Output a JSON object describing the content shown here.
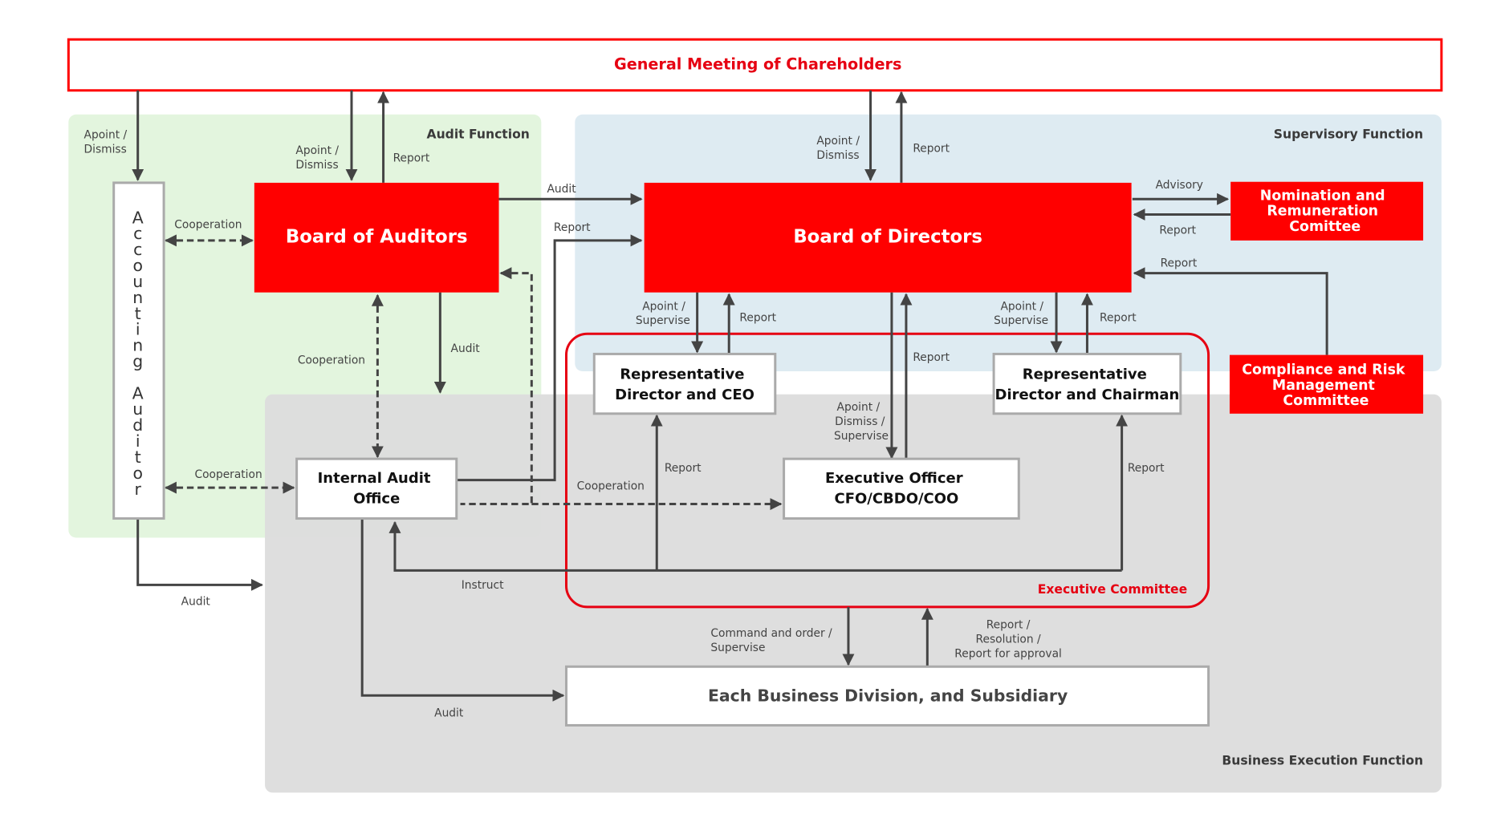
{
  "shareholders": {
    "title": "General Meeting of Chareholders"
  },
  "regions": {
    "audit": "Audit Function",
    "supervisory": "Supervisory Function",
    "business_execution": "Business Execution Function",
    "executive_committee": "Executive Committee"
  },
  "boxes": {
    "accounting_auditor": [
      "A",
      "c",
      "c",
      "o",
      "u",
      "n",
      "t",
      "i",
      "n",
      "g",
      "",
      "A",
      "u",
      "d",
      "i",
      "t",
      "o",
      "r"
    ],
    "board_of_auditors": "Board of Auditors",
    "board_of_directors": "Board of Directors",
    "nomination": [
      "Nomination and",
      "Remuneration",
      "Comittee"
    ],
    "compliance": [
      "Compliance and Risk",
      "Management",
      "Committee"
    ],
    "rep_ceo": [
      "Representative",
      "Director and CEO"
    ],
    "rep_chairman": [
      "Representative",
      "Director and Chairman"
    ],
    "internal_audit": [
      "Internal Audit",
      "Office"
    ],
    "exec_officer": [
      "Executive Officer",
      "CFO/CBDO/COO"
    ],
    "business_division": "Each Business Division, and Subsidiary"
  },
  "labels": {
    "aa_appoint": [
      "Apoint /",
      "Dismiss"
    ],
    "boa_appoint": [
      "Apoint /",
      "Dismiss"
    ],
    "boa_report": "Report",
    "bod_appoint": [
      "Apoint /",
      "Dismiss"
    ],
    "bod_report": "Report",
    "aa_boa_coop": "Cooperation",
    "boa_bod_audit": "Audit",
    "iao_bod_report": "Report",
    "nom_advisory": "Advisory",
    "nom_report": "Report",
    "comp_report": "Report",
    "boa_iao_coop": "Cooperation",
    "boa_audit": "Audit",
    "ceo_appoint": [
      "Apoint /",
      "Supervise"
    ],
    "ceo_report": "Report",
    "eo_report": "Report",
    "chair_appoint": [
      "Apoint /",
      "Supervise"
    ],
    "chair_report": "Report",
    "eo_appoint": [
      "Apoint /",
      "Dismiss /",
      "Supervise"
    ],
    "aa_iao_coop": "Cooperation",
    "iao_eo_coop": "Cooperation",
    "ceo_from_below_report": "Report",
    "chair_from_below_report": "Report",
    "instruct": "Instruct",
    "aa_audit": "Audit",
    "command": [
      "Command and order /",
      "Supervise"
    ],
    "bd_report": [
      "Report /",
      "Resolution /",
      "Report for approval"
    ],
    "iao_bd_audit": "Audit"
  },
  "colors": {
    "brand_red": "#ff0000",
    "audit_bg": "#e3f5de",
    "supervisory_bg": "#deebf2",
    "execution_bg": "#dddddd"
  }
}
